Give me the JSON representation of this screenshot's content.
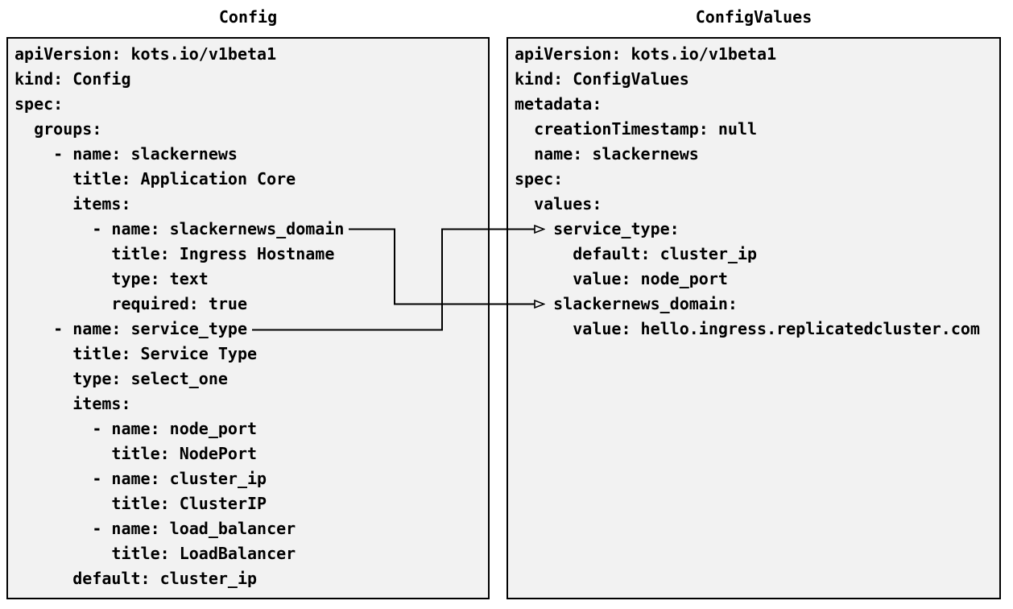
{
  "diagram": {
    "left_panel": {
      "title": "Config",
      "yaml_lines": [
        "apiVersion: kots.io/v1beta1",
        "kind: Config",
        "spec:",
        "  groups:",
        "    - name: slackernews",
        "      title: Application Core",
        "      items:",
        "        - name: slackernews_domain",
        "          title: Ingress Hostname",
        "          type: text",
        "          required: true",
        "    - name: service_type",
        "      title: Service Type",
        "      type: select_one",
        "      items:",
        "        - name: node_port",
        "          title: NodePort",
        "        - name: cluster_ip",
        "          title: ClusterIP",
        "        - name: load_balancer",
        "          title: LoadBalancer",
        "      default: cluster_ip"
      ]
    },
    "right_panel": {
      "title": "ConfigValues",
      "yaml_lines": [
        "apiVersion: kots.io/v1beta1",
        "kind: ConfigValues",
        "metadata:",
        "  creationTimestamp: null",
        "  name: slackernews",
        "spec:",
        "  values:",
        "    service_type:",
        "      default: cluster_ip",
        "      value: node_port",
        "    slackernews_domain:",
        "      value: hello.ingress.replicatedcluster.com"
      ]
    },
    "connections": [
      {
        "from": "Config item name: slackernews_domain",
        "to": "ConfigValues key: slackernews_domain"
      },
      {
        "from": "Config item name: service_type",
        "to": "ConfigValues key: service_type"
      }
    ],
    "colors": {
      "background": "#ffffff",
      "panel_fill": "#f2f2f2",
      "panel_border": "#000000",
      "text": "#000000",
      "arrow": "#000000"
    }
  }
}
